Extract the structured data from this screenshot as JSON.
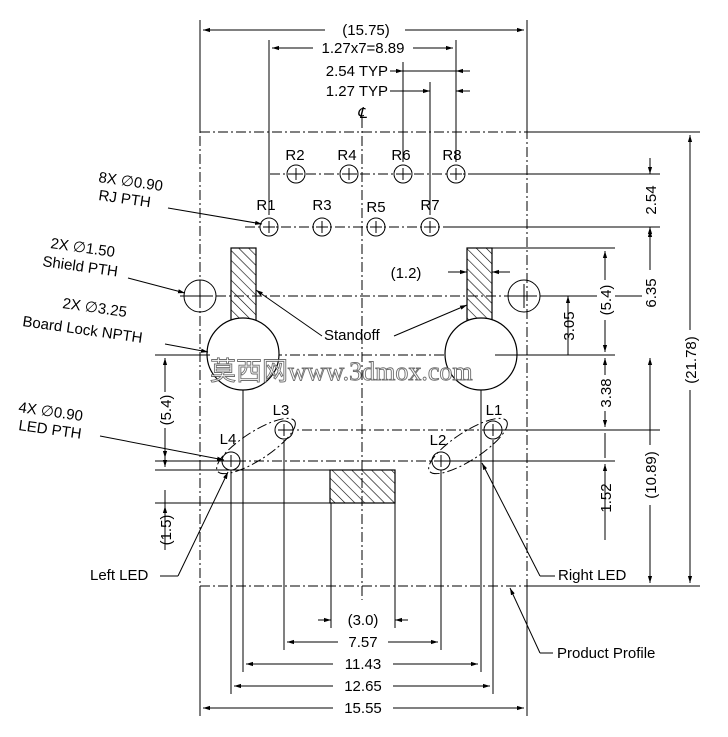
{
  "dims": {
    "top_overall": "(15.75)",
    "pitch_total": "1.27x7=8.89",
    "typ_254": "2.54 TYP",
    "typ_127": "1.27 TYP",
    "centerline": "℄",
    "r_row_offset": "2.54",
    "shield_to_r": "6.35",
    "overall_height": "(21.78)",
    "standoff_width": "(1.2)",
    "standoff_len": "(5.4)",
    "shield_to_lock": "3.05",
    "lock_to_led": "3.38",
    "led_vert_total": "(10.89)",
    "led_pitch_v": "1.52",
    "left_54": "(5.4)",
    "left_15": "(1.5)",
    "bottom_30": "(3.0)",
    "bottom_757": "7.57",
    "bottom_1143": "11.43",
    "bottom_1265": "12.65",
    "bottom_1555": "15.55"
  },
  "pins": {
    "r2": "R2",
    "r4": "R4",
    "r6": "R6",
    "r8": "R8",
    "r1": "R1",
    "r3": "R3",
    "r5": "R5",
    "r7": "R7",
    "l1": "L1",
    "l2": "L2",
    "l3": "L3",
    "l4": "L4"
  },
  "callouts": {
    "rj_qty": "8X ∅0.90",
    "rj_type": "RJ PTH",
    "shield_qty": "2X ∅1.50",
    "shield_type": "Shield PTH",
    "lock_qty": "2X ∅3.25",
    "lock_type": "Board Lock NPTH",
    "led_qty": "4X ∅0.90",
    "led_type": "LED PTH",
    "standoff": "Standoff",
    "left_led": "Left LED",
    "right_led": "Right LED",
    "product_profile": "Product Profile"
  },
  "watermark": "莫西网www.3dmox.com"
}
